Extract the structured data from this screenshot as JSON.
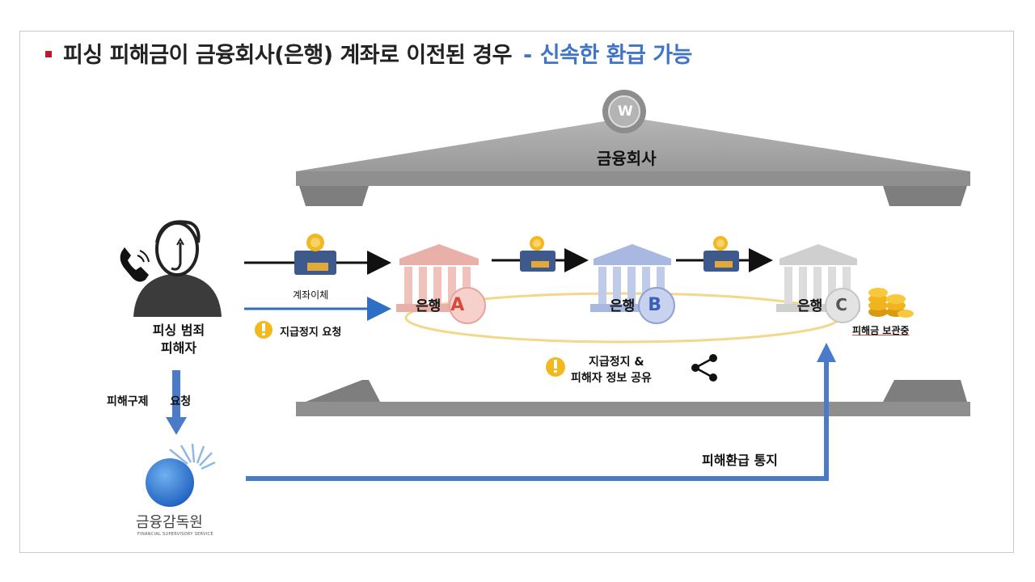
{
  "title": {
    "main": "피싱 피해금이 금융회사(은행) 계좌로 이전된 경우",
    "dash": "-",
    "sub": "신속한 환급 가능"
  },
  "bank_roof": {
    "label": "금융회사",
    "coin_symbol": "W"
  },
  "victim": {
    "line1": "피싱 범죄",
    "line2": "피해자"
  },
  "transfer_label": "계좌이체",
  "stop_request_label": "지급정지 요청",
  "banks": [
    {
      "name": "은행",
      "letter": "A",
      "color": "#d8483b"
    },
    {
      "name": "은행",
      "letter": "B",
      "color": "#3b5fb8"
    },
    {
      "name": "은행",
      "letter": "C",
      "color": "#555555"
    }
  ],
  "damage_held_label": "피해금 보관중",
  "share_label": {
    "line1": "지급정지 &",
    "line2": "피해자 정보 공유"
  },
  "relief_request": {
    "part1": "피해구제",
    "part2": "요청"
  },
  "fss": {
    "name": "금융감독원",
    "en": "FINANCIAL SUPERVISORY SERVICE"
  },
  "refund_notice_label": "피해환급 통지",
  "colors": {
    "accent_blue": "#3f74c6",
    "bullet_red": "#c0182a",
    "pillar_gray": "#8c8c8c"
  }
}
